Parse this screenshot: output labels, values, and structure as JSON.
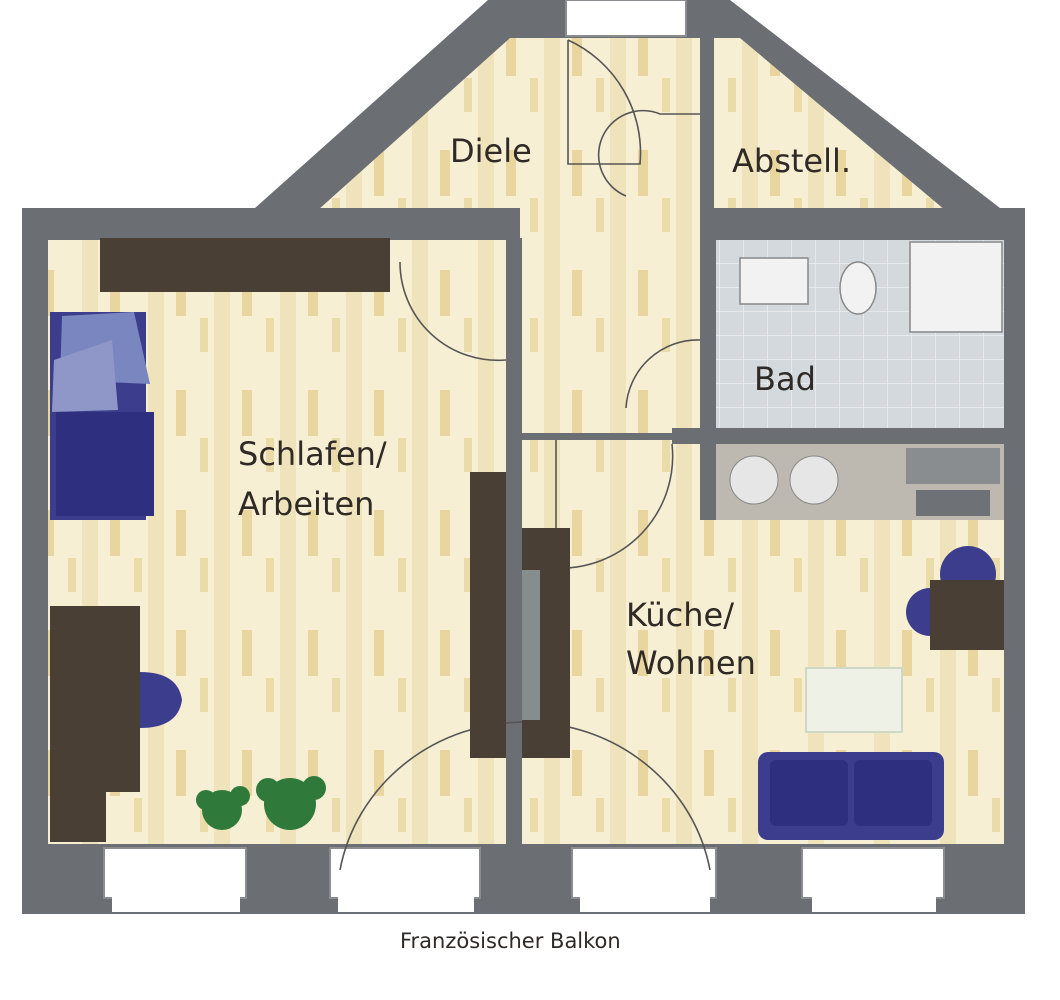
{
  "rooms": {
    "diele": "Diele",
    "abstell": "Abstell.",
    "bad": "Bad",
    "schlafen_line1": "Schlafen/",
    "schlafen_line2": "Arbeiten",
    "kueche_line1": "Küche/",
    "kueche_line2": "Wohnen"
  },
  "balcony_label": "Französischer Balkon",
  "colors": {
    "wall": "#6b6e72",
    "floor": "#f7efd4",
    "floor_stripe": "#ecdca6",
    "tile": "#d3d9dd",
    "furniture_dark": "#4a3f35",
    "upholstery": "#3c3d8c",
    "upholstery_light": "#7a86bf",
    "plant": "#2f7a3a",
    "counter": "#bdb8b0"
  }
}
